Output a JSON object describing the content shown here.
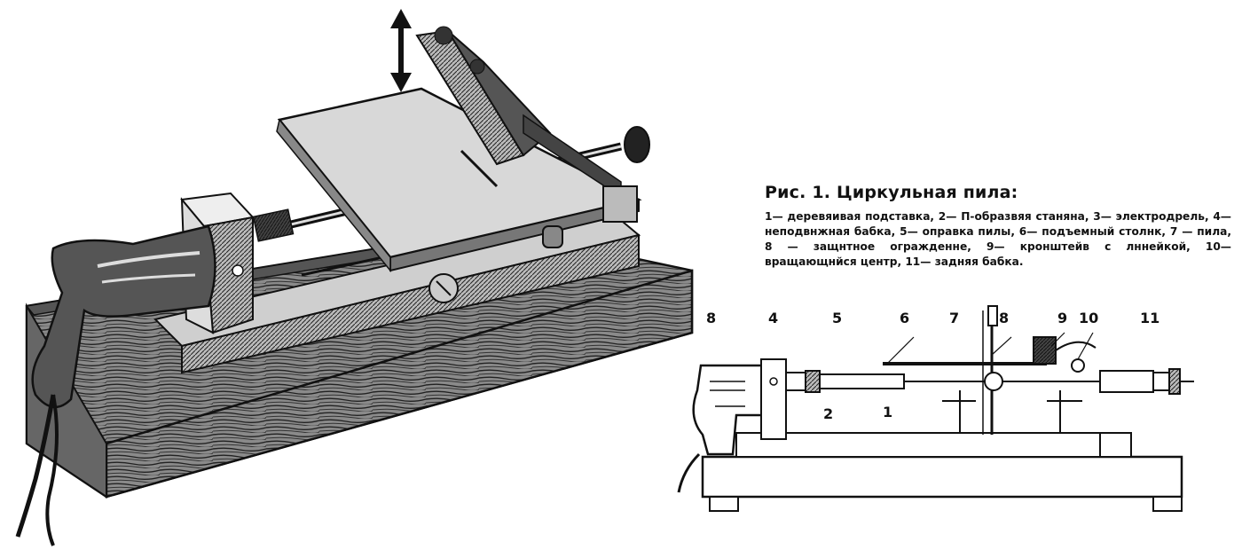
{
  "caption": {
    "title": "Рис. 1. Циркульная пила:",
    "legend": "1— деревяивая подставка, 2— П-образвяя станяна, 3— электродрель, 4— неподвнжная бабка, 5— оправка пилы, 6— подъемный столнк, 7 — пила, 8 — защнтное огражденне, 9— кронштейв с лннейкой, 10— вращающнйся центр, 11— задняя бабка."
  },
  "labels": {
    "n1": "1",
    "n2": "2",
    "n4": "4",
    "n5": "5",
    "n6": "6",
    "n7": "7",
    "n8": "8",
    "n8b": "8",
    "n9": "9",
    "n10": "10",
    "n11": "11"
  },
  "colors": {
    "ink": "#111111",
    "paper": "#ffffff"
  }
}
